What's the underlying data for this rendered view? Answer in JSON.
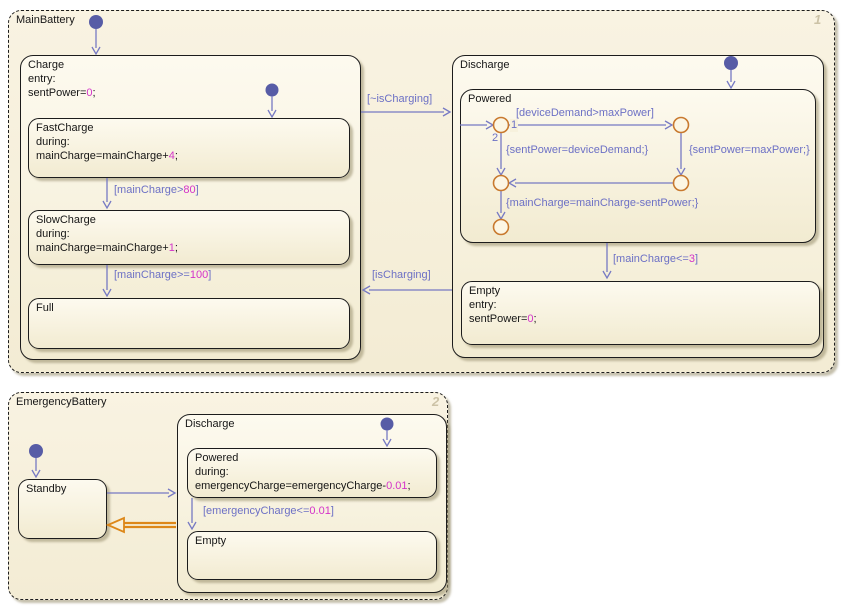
{
  "colors": {
    "transition_blue": "#6c70c5",
    "literal_magenta": "#d433c9",
    "junction_orange": "#c8792e",
    "highlight_orange": "#dd8718",
    "state_fill": "#f6efdb",
    "state_border": "#1c1c1c"
  },
  "main_battery": {
    "title": "MainBattery",
    "badge": "1",
    "charge": {
      "title": "Charge",
      "l1": [
        {
          "t": "entry:"
        }
      ],
      "l2": [
        {
          "t": "sentPower="
        },
        {
          "t": "0",
          "c": "num"
        },
        {
          "t": ";"
        }
      ]
    },
    "fast_charge": {
      "title": "FastCharge",
      "l1": [
        {
          "t": "during:"
        }
      ],
      "l2": [
        {
          "t": "mainCharge=mainCharge+"
        },
        {
          "t": "4",
          "c": "num"
        },
        {
          "t": ";"
        }
      ]
    },
    "slow_charge": {
      "title": "SlowCharge",
      "l1": [
        {
          "t": "during:"
        }
      ],
      "l2": [
        {
          "t": "mainCharge=mainCharge+"
        },
        {
          "t": "1",
          "c": "num"
        },
        {
          "t": ";"
        }
      ]
    },
    "full": {
      "title": "Full"
    },
    "discharge": {
      "title": "Discharge"
    },
    "powered": {
      "title": "Powered"
    },
    "empty": {
      "title": "Empty",
      "l1": [
        {
          "t": "entry:"
        }
      ],
      "l2": [
        {
          "t": "sentPower="
        },
        {
          "t": "0",
          "c": "num"
        },
        {
          "t": ";"
        }
      ]
    }
  },
  "emergency_battery": {
    "title": "EmergencyBattery",
    "badge": "2",
    "standby": {
      "title": "Standby"
    },
    "discharge": {
      "title": "Discharge"
    },
    "powered": {
      "title": "Powered",
      "l1": [
        {
          "t": "during:"
        }
      ],
      "l2": [
        {
          "t": "emergencyCharge=emergencyCharge-"
        },
        {
          "t": "0.01",
          "c": "num"
        },
        {
          "t": ";"
        }
      ]
    },
    "empty": {
      "title": "Empty"
    }
  },
  "transitions": {
    "not_is_charging": [
      {
        "t": "[~isCharging]"
      }
    ],
    "is_charging": [
      {
        "t": "[isCharging]"
      }
    ],
    "main_gt_80": [
      {
        "t": "[mainCharge>"
      },
      {
        "t": "80",
        "c": "num"
      },
      {
        "t": "]"
      }
    ],
    "main_gte_100": [
      {
        "t": "[mainCharge>="
      },
      {
        "t": "100",
        "c": "num"
      },
      {
        "t": "]"
      }
    ],
    "device_demand_gt_maxpower": [
      {
        "t": "[deviceDemand>maxPower]"
      }
    ],
    "priority_1": "1",
    "priority_2": "2",
    "sent_equals_device_demand": [
      {
        "t": "{sentPower=deviceDemand;}"
      }
    ],
    "sent_equals_maxpower": [
      {
        "t": "{sentPower=maxPower;}"
      }
    ],
    "main_minus_sentpower": [
      {
        "t": "{mainCharge=mainCharge-sentPower;}"
      }
    ],
    "main_lte_3": [
      {
        "t": "[mainCharge<="
      },
      {
        "t": "3",
        "c": "num"
      },
      {
        "t": "]"
      }
    ],
    "emergency_lte_001": [
      {
        "t": "[emergencyCharge<="
      },
      {
        "t": "0.01",
        "c": "num"
      },
      {
        "t": "]"
      }
    ]
  }
}
